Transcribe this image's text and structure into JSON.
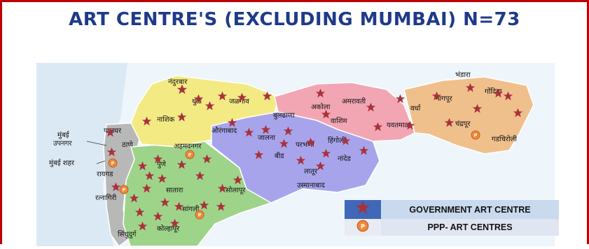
{
  "title": "ART CENTRE'S  (EXCLUDING MUMBAI) N=73",
  "colors": {
    "title": "#1f3a8a",
    "border": "#c00000",
    "star": "#a8323c",
    "ppp": "#f0883a",
    "region_north": "#f3ea84",
    "region_marathwada": "#a8a4ec",
    "region_vidarbha_west": "#f2a6b4",
    "region_vidarbha_east": "#f0c08c",
    "region_west": "#9ed48a",
    "region_konkan": "#b8b8b8"
  },
  "districts": {
    "nandurbar": "नंदुरबार",
    "dhule": "धुळे",
    "jalgaon": "जळगाव",
    "nashik": "नाशिक",
    "aurangabad": "औरंगाबाद",
    "jalna": "जालना",
    "buldhana": "बुलढाणा",
    "akola": "अकोला",
    "amravati": "अमरावती",
    "washim": "वाशिम",
    "yavatmal": "यवतमाळ",
    "wardha": "वर्धा",
    "nagpur": "नागपूर",
    "bhandara": "भंडारा",
    "gondia": "गोंदिया",
    "chandrapur": "चंद्रपूर",
    "gadchiroli": "गडचिरोली",
    "parbhani": "परभणी",
    "hingoli": "हिंगोली",
    "nanded": "नांदेड",
    "beed": "बीड",
    "latur": "लातूर",
    "osmanabad": "उस्मानाबाद",
    "ahmednagar": "अहमदनगर",
    "pune": "पुणे",
    "raigad": "रायगड",
    "satara": "सातारा",
    "solapur": "सोलापूर",
    "ratnagiri": "रत्नागिरी",
    "sangli": "सांगली",
    "kolhapur": "कोल्हापूर",
    "sindhudurg": "सिंधुदुर्ग",
    "palghar": "पालघर",
    "thane": "ठाणे",
    "mumbai_upnagar_1": "मुंबई",
    "mumbai_upnagar_2": "उपनगर",
    "mumbai_city": "मुंबई शहर"
  },
  "legend": {
    "government": "GOVERNMENT ART CENTRE",
    "ppp": "PPP- ART CENTRES",
    "ppp_marker": "P"
  }
}
